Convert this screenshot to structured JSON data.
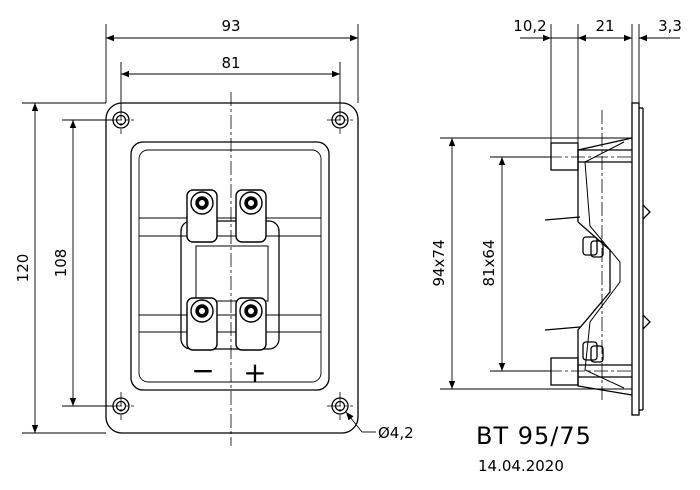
{
  "dimensions": {
    "outer_width": "93",
    "inner_width": "81",
    "outer_height": "120",
    "inner_height": "108",
    "hole_diameter": "Ø4,2",
    "cutout_large": "94x74",
    "cutout_small": "81x64",
    "depth_a": "10,2",
    "depth_b": "21",
    "depth_c": "3,3"
  },
  "polarity": {
    "minus": "−",
    "plus": "+"
  },
  "model": "BT 95/75",
  "date": "14.04.2020"
}
